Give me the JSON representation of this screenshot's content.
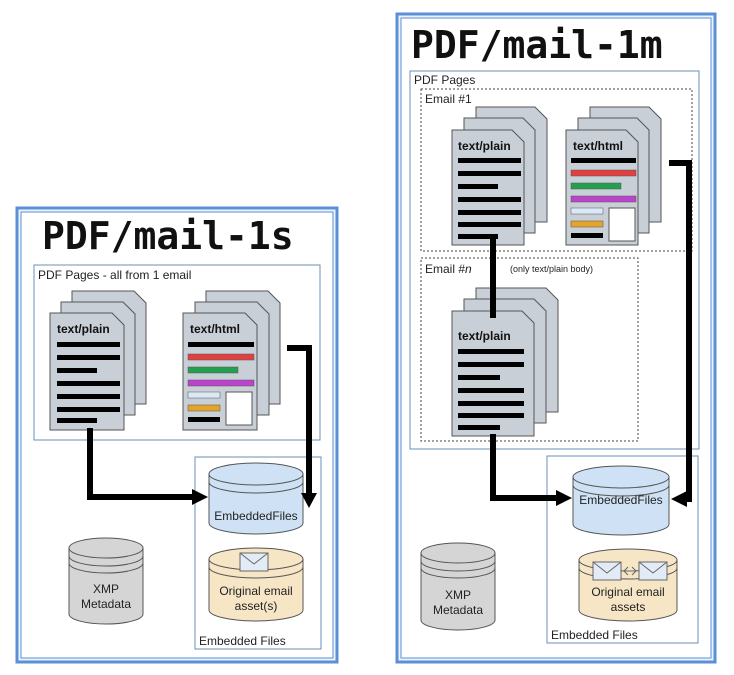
{
  "panel_left": {
    "title": "PDF/mail-1s",
    "pages_label": "PDF Pages - all from 1 email",
    "doc_plain_title": "text/plain",
    "doc_html_title": "text/html",
    "embedded_files_label": "EmbeddedFiles",
    "original_label": "Original email\nasset(s)",
    "xmp_label": "XMP\nMetadata",
    "embedded_section_label": "Embedded Files"
  },
  "panel_right": {
    "title": "PDF/mail-1m",
    "pages_label": "PDF Pages",
    "email1_label": "Email #1",
    "emailn_prefix": "Email #",
    "emailn_var": "n",
    "emailn_note": "(only text/plain body)",
    "doc_plain_title": "text/plain",
    "doc_html_title": "text/html",
    "doc_plain2_title": "text/plain",
    "embedded_files_label": "EmbeddedFiles",
    "original_label": "Original email\nassets",
    "xmp_label": "XMP\nMetadata",
    "embedded_section_label": "Embedded Files"
  },
  "colors": {
    "panel_border": "#5b8fd6",
    "doc_fill": "#c9cfd6",
    "cyl_blue": "#cfe2f5",
    "cyl_tan": "#f6e6c6",
    "cyl_gray": "#d5d5d5",
    "bar_red": "#e04040",
    "bar_green": "#22a050",
    "bar_purple": "#bb44cc",
    "bar_lightblue": "#dbe9f7",
    "bar_orange": "#e3a428"
  }
}
